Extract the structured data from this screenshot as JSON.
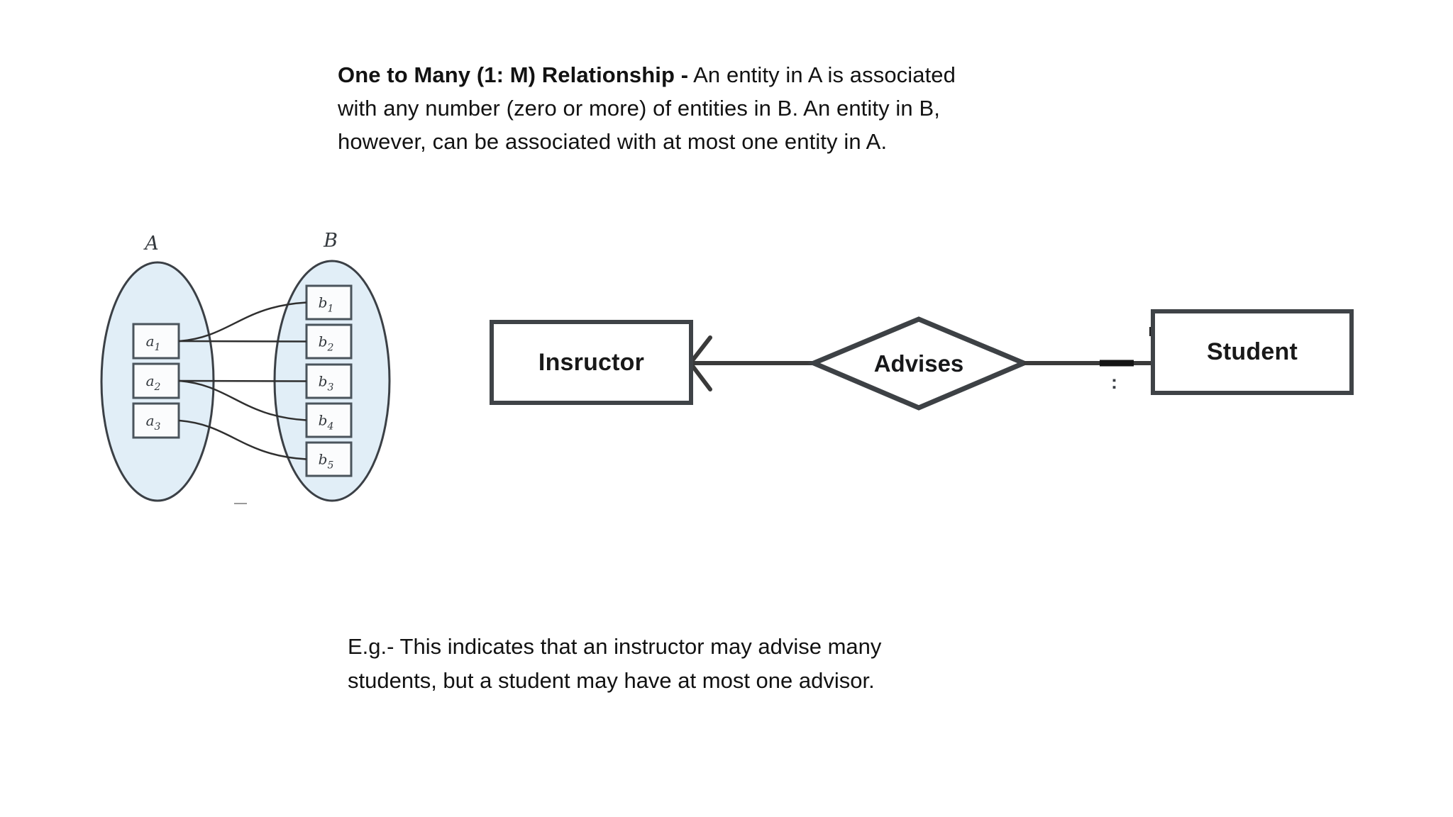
{
  "header": {
    "title_bold": "One to Many (1: M) Relationship -",
    "line1_rest": " An entity in A is associated",
    "line2": "with any number (zero or more) of entities in B. An entity in B,",
    "line3": "however, can be associated with at most one entity in A."
  },
  "set_diagram": {
    "label_a": "A",
    "label_b": "B",
    "a_items": [
      {
        "id": "a1",
        "base": "a",
        "sub": "1"
      },
      {
        "id": "a2",
        "base": "a",
        "sub": "2"
      },
      {
        "id": "a3",
        "base": "a",
        "sub": "3"
      }
    ],
    "b_items": [
      {
        "id": "b1",
        "base": "b",
        "sub": "1"
      },
      {
        "id": "b2",
        "base": "b",
        "sub": "2"
      },
      {
        "id": "b3",
        "base": "b",
        "sub": "3"
      },
      {
        "id": "b4",
        "base": "b",
        "sub": "4"
      },
      {
        "id": "b5",
        "base": "b",
        "sub": "5"
      }
    ],
    "connections": [
      {
        "from": "a1",
        "to": "b1",
        "curved": true
      },
      {
        "from": "a1",
        "to": "b2",
        "curved": false
      },
      {
        "from": "a2",
        "to": "b3",
        "curved": false
      },
      {
        "from": "a2",
        "to": "b4",
        "curved": true
      },
      {
        "from": "a3",
        "to": "b5",
        "curved": true
      }
    ],
    "colors": {
      "ellipse_fill": "#e1eef7",
      "ellipse_stroke": "#3b4046",
      "box_fill": "#fbfcfd",
      "box_stroke": "#4a545c",
      "line": "#2f2f2f",
      "label": "#33383d"
    }
  },
  "er_diagram": {
    "entity_left": "Insructor",
    "relationship": "Advises",
    "entity_right": "Student",
    "colon": ":",
    "line_color": "#3a3a3a",
    "shape_stroke": "#3d4145",
    "label_color": "#17181a"
  },
  "footer": {
    "line1": "E.g.- This indicates that an instructor may advise many",
    "line2": "students, but a student may have at most one advisor."
  }
}
